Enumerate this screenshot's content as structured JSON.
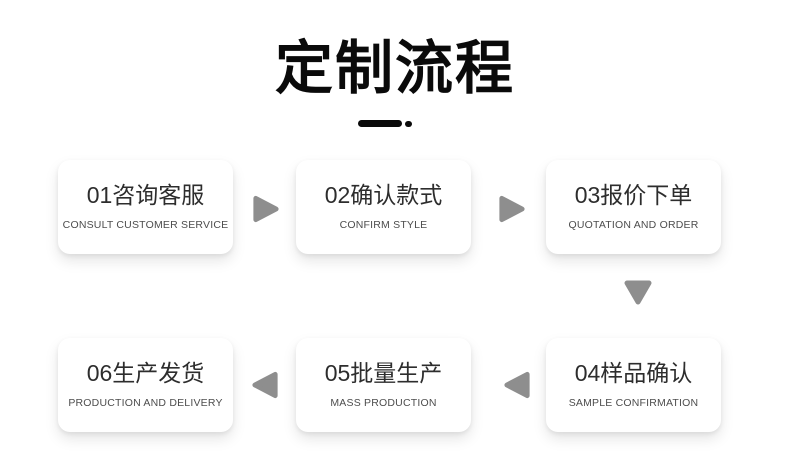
{
  "title": "定制流程",
  "steps": [
    {
      "title": "01咨询客服",
      "subtitle": "CONSULT CUSTOMER SERVICE"
    },
    {
      "title": "02确认款式",
      "subtitle": "CONFIRM STYLE"
    },
    {
      "title": "03报价下单",
      "subtitle": "QUOTATION AND ORDER"
    },
    {
      "title": "04样品确认",
      "subtitle": "SAMPLE CONFIRMATION"
    },
    {
      "title": "05批量生产",
      "subtitle": "MASS PRODUCTION"
    },
    {
      "title": "06生产发货",
      "subtitle": "PRODUCTION AND DELIVERY"
    }
  ],
  "colors": {
    "title": "#0a0a0a",
    "card_title": "#2d2d2d",
    "card_subtitle": "#4d4d4d",
    "arrow": "#8e8e8e",
    "card_background": "#ffffff",
    "page_background": "#ffffff"
  }
}
